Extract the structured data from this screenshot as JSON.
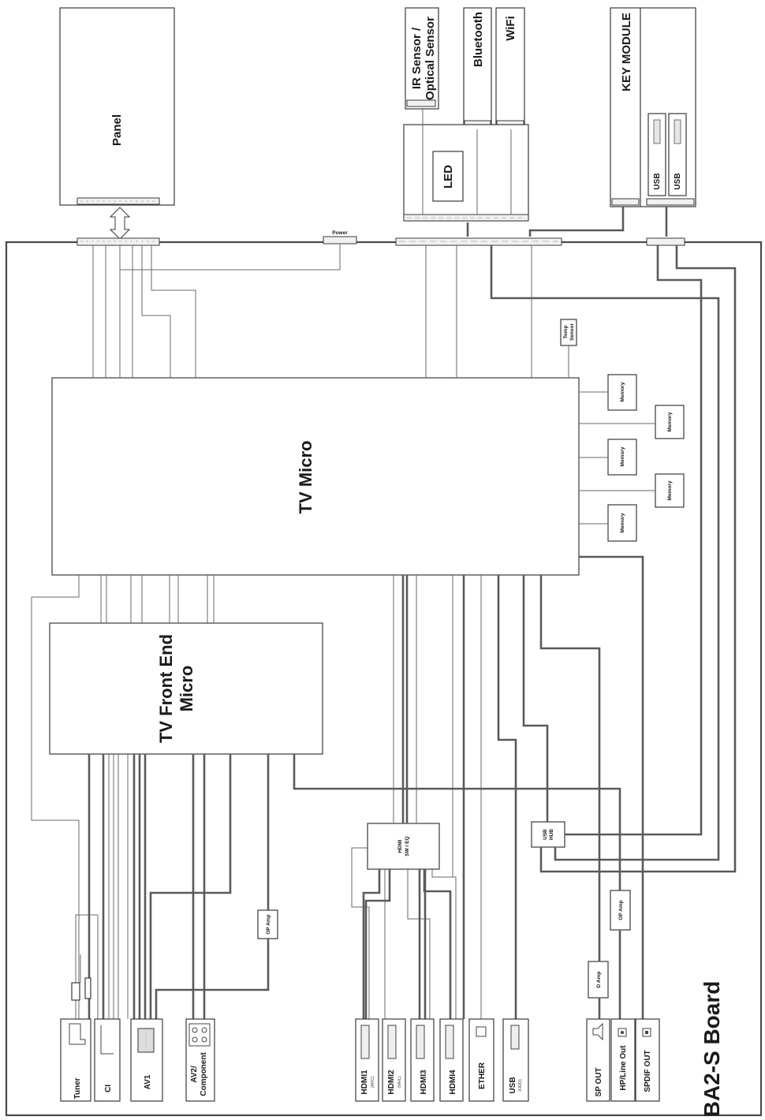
{
  "board_name": "BA2-S Board",
  "blocks": {
    "panel": "Panel",
    "ir_sensor_line1": "IR Sensor /",
    "ir_sensor_line2": "Optical Sensor",
    "bluetooth": "Bluetooth",
    "wifi": "WiFi",
    "key_module": "KEY MODULE",
    "led": "LED",
    "usb_a": "USB",
    "usb_b": "USB",
    "power": "Power",
    "temp_sensor_line1": "Temp",
    "temp_sensor_line2": "Sensor",
    "tv_micro": "TV Micro",
    "tv_front_end_line1": "TV Front End",
    "tv_front_end_line2": "Micro",
    "memory": [
      "Memory",
      "Memory",
      "Memory",
      "Memory",
      "Memory"
    ],
    "hdmi_sw_line1": "HDMI",
    "hdmi_sw_line2": "SW / EQ",
    "usb_hub_line1": "USB",
    "usb_hub_line2": "HUB",
    "op_amp_left": "OP Amp",
    "op_amp_right": "OP Amp",
    "d_amp": "D Amp"
  },
  "ports": [
    {
      "label": "Tuner",
      "sub": ""
    },
    {
      "label": "CI",
      "sub": ""
    },
    {
      "label": "AV1",
      "sub": ""
    },
    {
      "label": "AV2/",
      "sub": "Component"
    },
    {
      "label": "HDMI1",
      "sub": "(ARC)"
    },
    {
      "label": "HDMI2",
      "sub": "(MHL)"
    },
    {
      "label": "HDMI3",
      "sub": ""
    },
    {
      "label": "HDMI4",
      "sub": ""
    },
    {
      "label": "ETHER",
      "sub": ""
    },
    {
      "label": "USB",
      "sub": "(HDD)"
    },
    {
      "label": "SP OUT",
      "sub": ""
    },
    {
      "label": "HP/Line Out",
      "sub": ""
    },
    {
      "label": "SPDIF OUT",
      "sub": ""
    }
  ]
}
